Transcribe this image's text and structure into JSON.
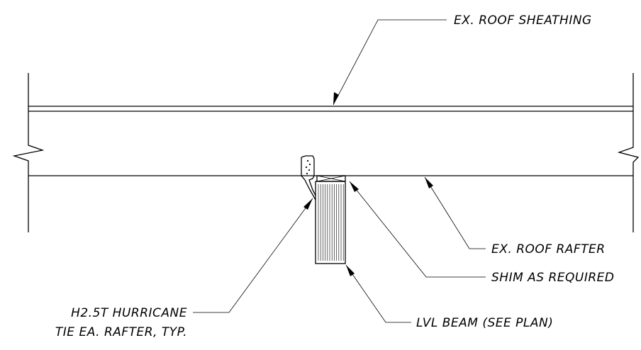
{
  "callouts": {
    "roof_sheathing": "EX. ROOF SHEATHING",
    "roof_rafter": "EX. ROOF RAFTER",
    "shim": "SHIM AS REQUIRED",
    "lvl_beam": "LVL BEAM (SEE PLAN)",
    "hurricane_tie_line1": "H2.5T HURRICANE",
    "hurricane_tie_line2": "TIE EA. RAFTER, TYP."
  }
}
